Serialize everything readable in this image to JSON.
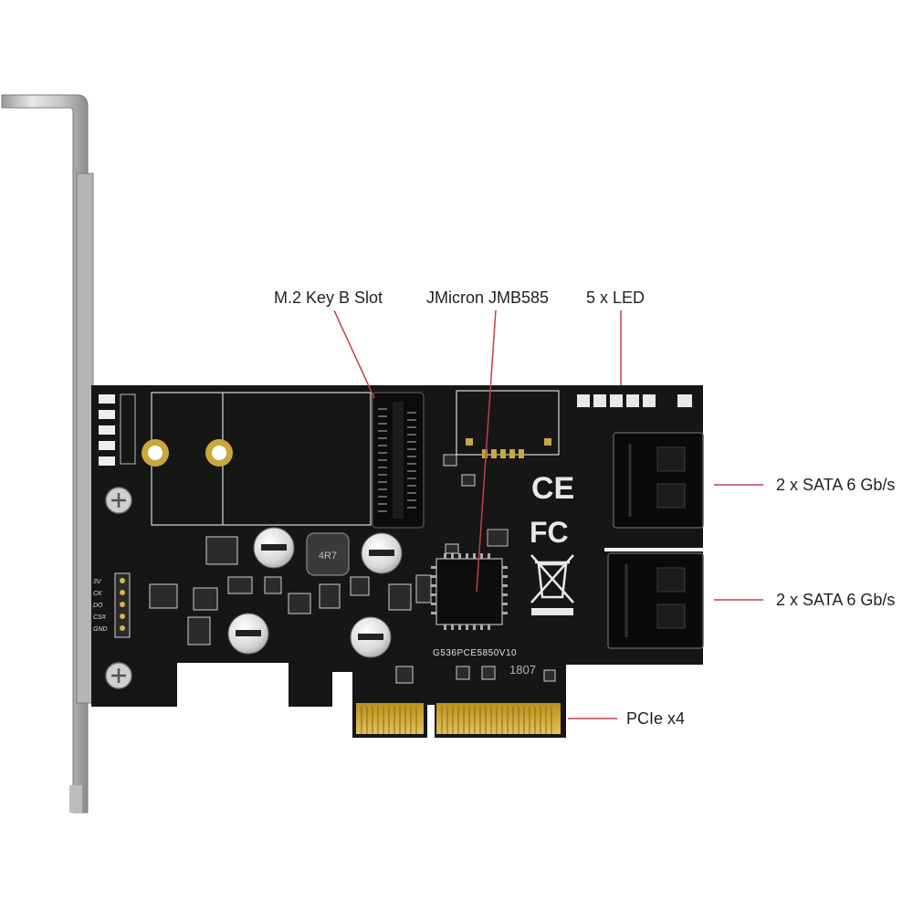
{
  "callouts": {
    "m2_slot": "M.2 Key B Slot",
    "controller": "JMicron JMB585",
    "leds": "5 x LED",
    "sata_upper": "2 x SATA 6 Gb/s",
    "sata_lower": "2 x SATA 6 Gb/s",
    "pcie": "PCIe x4"
  },
  "board": {
    "inductor_marking": "4R7",
    "board_code": "G536PCE5850V10",
    "chip_marking": "1807",
    "header_pins": [
      "3V",
      "CK",
      "DO",
      "CS#",
      "GND"
    ]
  },
  "marks": {
    "ce": "CE",
    "fcc": "FC"
  },
  "colors": {
    "pcb": "#151515",
    "bracket": "#c9c9c9",
    "gold_contacts": "#c9a227",
    "leader_line": "#c0404a",
    "label_text": "#222222",
    "silkscreen": "#e6e6e6"
  },
  "icons": {
    "weee": "crossed-out-bin-icon",
    "screw": "screw-icon",
    "capacitor": "capacitor-icon"
  }
}
